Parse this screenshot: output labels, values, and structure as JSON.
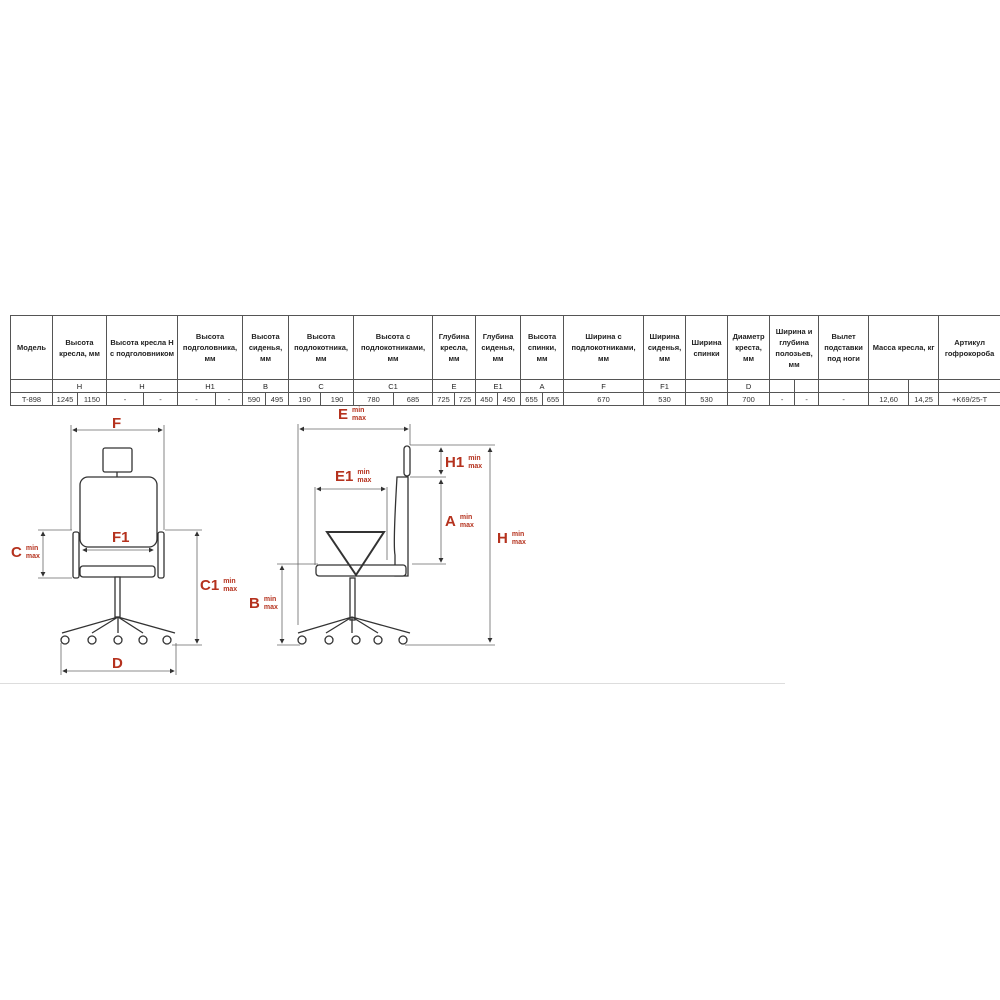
{
  "table": {
    "headers": [
      "Модель",
      "Высота кресла, мм",
      "Высота кресла Н с подголовником",
      "Высота подголовника, мм",
      "Высота сиденья, мм",
      "Высота подлокотника, мм",
      "Высота с подлокотниками, мм",
      "Глубина кресла, мм",
      "Глубина сиденья, мм",
      "Высота спинки, мм",
      "Ширина с подлокотниками, мм",
      "Ширина сиденья, мм",
      "Ширина спинки",
      "Диаметр креста, мм",
      "Ширина и глубина полозьев, мм",
      "Вылет подставки под ноги",
      "Масса кресла, кг",
      "Артикул гофрокороба"
    ],
    "letters": [
      "H",
      "H",
      "H1",
      "B",
      "C",
      "C1",
      "E",
      "E1",
      "A",
      "F",
      "F1",
      "D"
    ],
    "row": {
      "model": "T-898",
      "h": [
        "1245",
        "1150"
      ],
      "h_head": [
        "-",
        "-"
      ],
      "h1": [
        "-",
        "-"
      ],
      "b": [
        "590",
        "495"
      ],
      "c": [
        "190",
        "190"
      ],
      "c1": [
        "780",
        "685"
      ],
      "e": [
        "725",
        "725"
      ],
      "e1": [
        "450",
        "450"
      ],
      "a": [
        "655",
        "655"
      ],
      "f": "670",
      "f1": "530",
      "back_width": "530",
      "d": "700",
      "runners": [
        "-",
        "-"
      ],
      "footrest": "-",
      "mass": [
        "12,60",
        "14,25"
      ],
      "article": "+K69/25-T"
    }
  },
  "labels": {
    "F": "F",
    "F1": "F1",
    "C": "C",
    "C1": "C1",
    "D": "D",
    "E": "E",
    "E1": "E1",
    "H1": "H1",
    "A": "A",
    "H": "H",
    "B": "B",
    "min": "min",
    "max": "max"
  },
  "colors": {
    "accent": "#b5321e",
    "line": "#333333",
    "dim": "#666666"
  }
}
